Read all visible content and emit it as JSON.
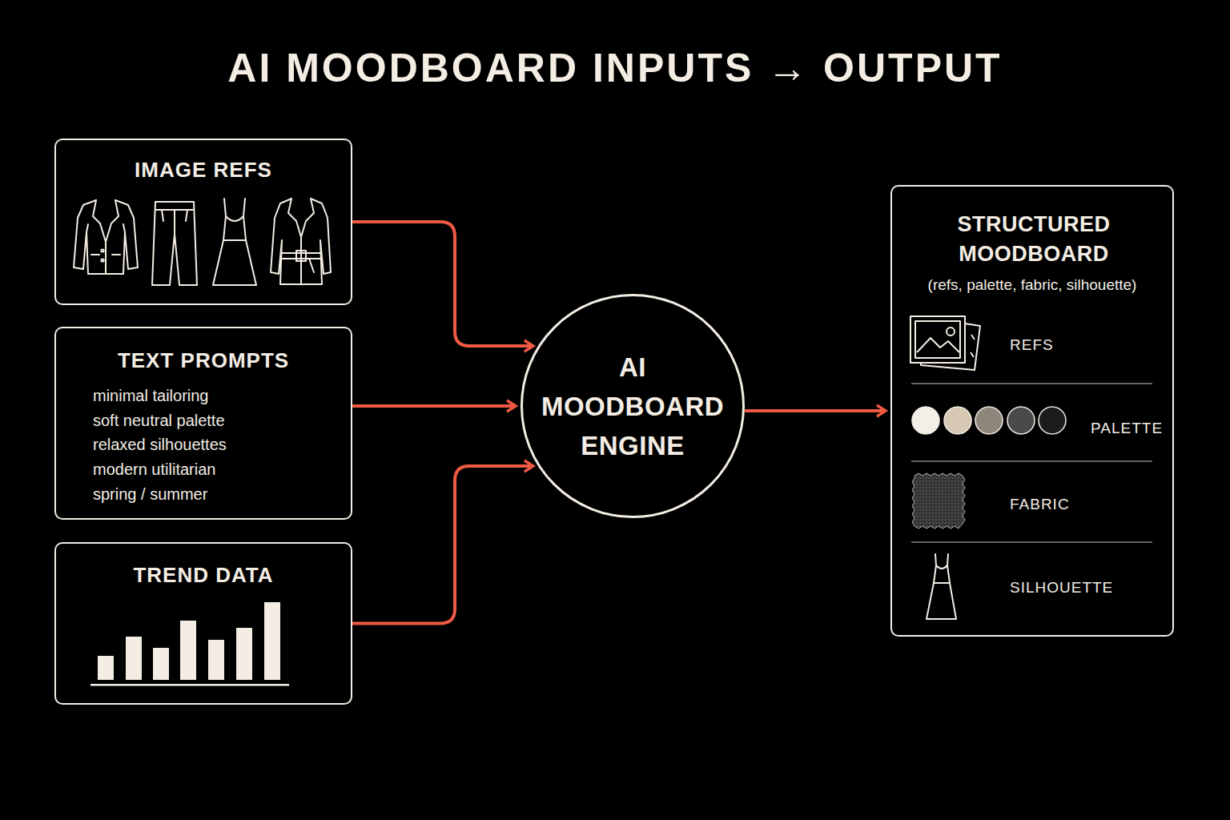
{
  "diagram": {
    "title": "AI MOODBOARD INPUTS → OUTPUT",
    "nodes": [
      {
        "text": [
          "IMAGE REFS"
        ]
      },
      {
        "text": [
          "TEXT PROMPTS",
          "minimal tailoring",
          "soft neutral palette",
          "relaxed silhouettes",
          "modern utilitarian",
          "spring / summer"
        ]
      },
      {
        "text": [
          "TREND DATA"
        ]
      },
      {
        "text": [
          "AI MOODBOARD ENGINE"
        ]
      },
      {
        "text": [
          "STRUCTURED MOODBOARD",
          "(refs, palette, fabric, silhouette)",
          "REFS",
          "PALETTE",
          "FABRIC",
          "SILHOUETTE"
        ]
      }
    ],
    "edges": [
      {
        "from": 0,
        "to": 3,
        "arrow": "to"
      },
      {
        "from": 1,
        "to": 3,
        "arrow": "to"
      },
      {
        "from": 2,
        "to": 3,
        "arrow": "to"
      },
      {
        "from": 3,
        "to": 4,
        "arrow": "to"
      }
    ]
  }
}
